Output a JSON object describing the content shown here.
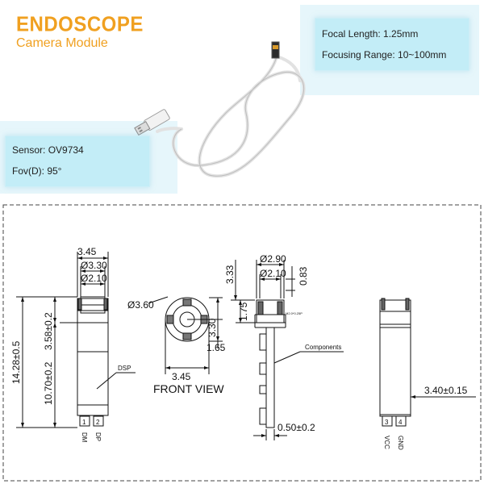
{
  "title": {
    "line1": "ENDOSCOPE",
    "line2": "Camera Module"
  },
  "spec_box_top": {
    "focal_length": "Focal Length: 1.25mm",
    "focusing_range": "Focusing Range: 10~100mm"
  },
  "spec_box_left": {
    "sensor": "Sensor: OV9734",
    "fov": "Fov(D): 95°"
  },
  "drawing": {
    "front_view_label": "FRONT VIEW",
    "components_label": "Components",
    "dsp_label": "DSP",
    "left_view": {
      "w_345": "3.45",
      "d_330": "Ø3.30",
      "d_210": "Ø2.10",
      "h_358": "3.58±0.2",
      "h_1070": "10.70±0.2",
      "h_1428": "14.28±0.5",
      "pad1": "1",
      "pad2": "2",
      "pin_dm": "DM",
      "pin_dp": "DP"
    },
    "front_view": {
      "d_360": "Ø3.60",
      "h_330": "3.30",
      "h_165": "1.65",
      "w_345": "3.45"
    },
    "side_view": {
      "h_333": "3.33",
      "d_290": "Ø2.90",
      "d_210": "Ø2.10",
      "h_083": "0.83",
      "h_175": "1.75",
      "thick": "0.50±0.2",
      "tiny": "M2.0*0.25P"
    },
    "right_view": {
      "w_340": "3.40±0.15",
      "pad3": "3",
      "pad4": "4",
      "pin_vcc": "VCC",
      "pin_gnd": "GND"
    }
  }
}
